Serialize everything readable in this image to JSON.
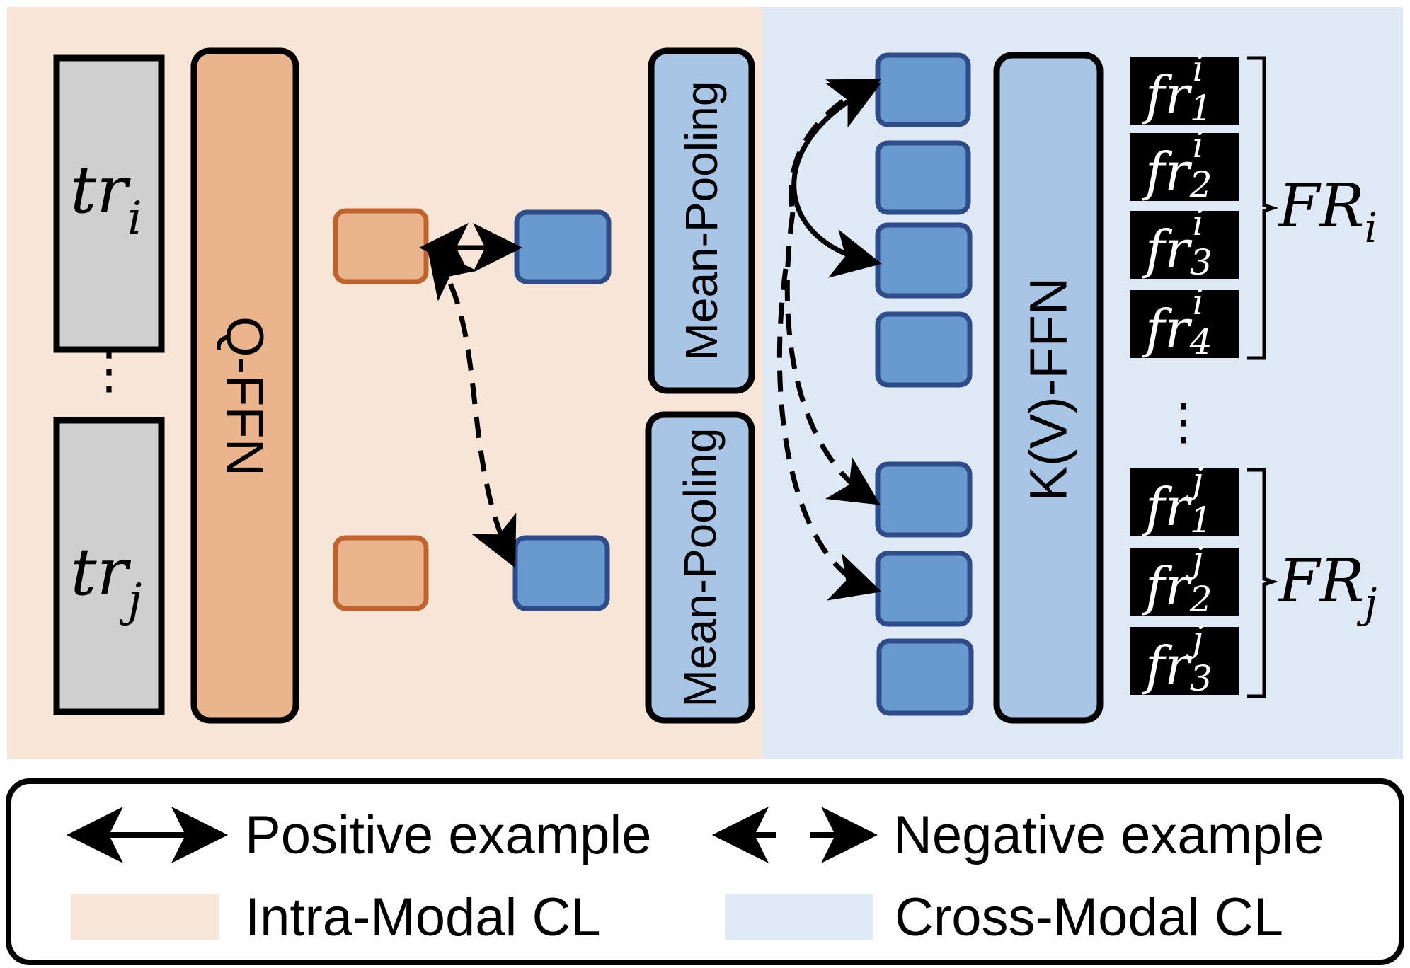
{
  "colors": {
    "intra_bg": "#f7e5d7",
    "cross_bg": "#dfe9f5",
    "orange_fill": "#eab58c",
    "orange_stroke": "#bf642e",
    "blue_fill": "#6899cf",
    "blue_stroke": "#2f4c8a",
    "panel_blue": "#a8c5e6",
    "gray_fill": "#d0cfcf",
    "black": "#000000"
  },
  "left": {
    "token_i": {
      "base": "tr",
      "sub": "i"
    },
    "token_j": {
      "base": "tr",
      "sub": "j"
    },
    "dots": "⋮"
  },
  "q_ffn": {
    "label": "Q-FFN"
  },
  "mean_pool_top": {
    "label": "Mean-Pooling"
  },
  "mean_pool_bottom": {
    "label": "Mean-Pooling"
  },
  "kv_ffn": {
    "label": "K(V)-FFN"
  },
  "features_i": [
    {
      "base": "fr",
      "sub": "1",
      "sup": "i"
    },
    {
      "base": "fr",
      "sub": "2",
      "sup": "i"
    },
    {
      "base": "fr",
      "sub": "3",
      "sup": "i"
    },
    {
      "base": "fr",
      "sub": "4",
      "sup": "i"
    }
  ],
  "features_j": [
    {
      "base": "fr",
      "sub": "1",
      "sup": "j"
    },
    {
      "base": "fr",
      "sub": "2",
      "sup": "j"
    },
    {
      "base": "fr",
      "sub": "3",
      "sup": "j"
    }
  ],
  "feature_dots": "⋮",
  "group_i": {
    "base": "FR",
    "sub": "i"
  },
  "group_j": {
    "base": "FR",
    "sub": "j"
  },
  "legend": {
    "positive": "Positive example",
    "negative": "Negative example",
    "intra": "Intra-Modal CL",
    "cross": "Cross-Modal CL"
  }
}
